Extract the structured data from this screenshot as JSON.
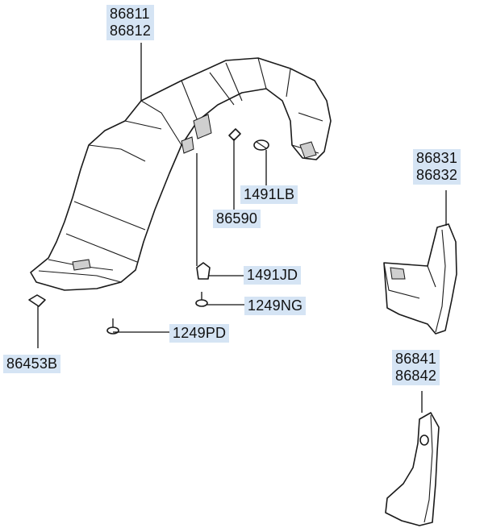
{
  "callouts": {
    "liner_upper": "86811",
    "liner_lower": "86812",
    "mudguard_front_upper": "86831",
    "mudguard_front_lower": "86832",
    "mudguard_rear_upper": "86841",
    "mudguard_rear_lower": "86842",
    "clip_1491lb": "1491LB",
    "grommet_86590": "86590",
    "clip_1491jd": "1491JD",
    "screw_1249ng": "1249NG",
    "screw_1249pd": "1249PD",
    "nut_86453b": "86453B"
  },
  "colors": {
    "label_background": "#d5e4f4",
    "line": "#1a1a1a",
    "background": "#ffffff"
  }
}
